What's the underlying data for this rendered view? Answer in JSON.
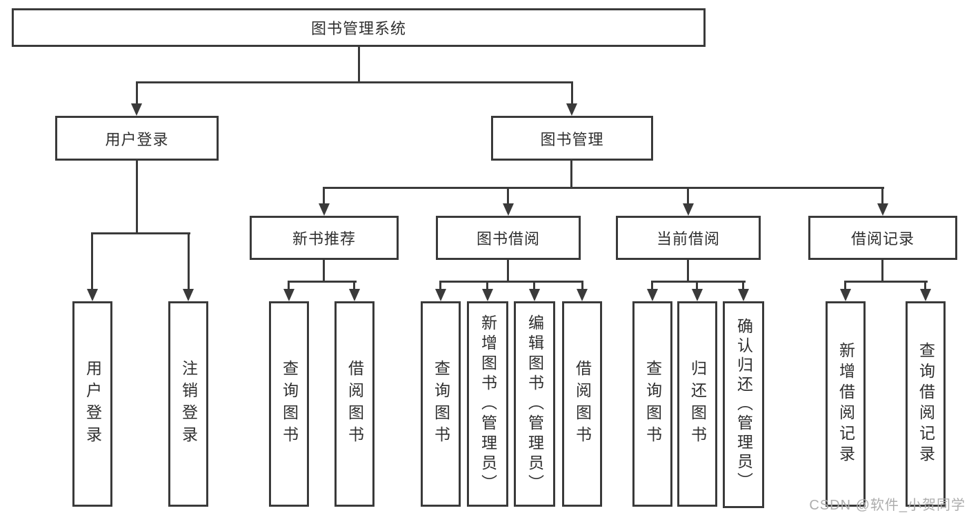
{
  "diagram": {
    "root_label": "图书管理系统",
    "watermark": "CSDN @软件_小贺同学",
    "colors": {
      "line": "#3a3a3a",
      "text": "#2f2f2f",
      "watermark": "#adadad",
      "background": "#ffffff"
    },
    "user_branch": {
      "label": "用户登录",
      "children": [
        "用户登录",
        "注销登录"
      ]
    },
    "mgmt_branch": {
      "label": "图书管理",
      "groups": [
        {
          "label": "新书推荐",
          "children": [
            "查询图书",
            "借阅图书"
          ]
        },
        {
          "label": "图书借阅",
          "children": [
            "查询图书",
            "新增图书（管理员）",
            "编辑图书（管理员）",
            "借阅图书"
          ]
        },
        {
          "label": "当前借阅",
          "children": [
            "查询图书",
            "归还图书",
            "确认归还（管理员）"
          ]
        },
        {
          "label": "借阅记录",
          "children": [
            "新增借阅记录",
            "查询借阅记录"
          ]
        }
      ]
    }
  }
}
